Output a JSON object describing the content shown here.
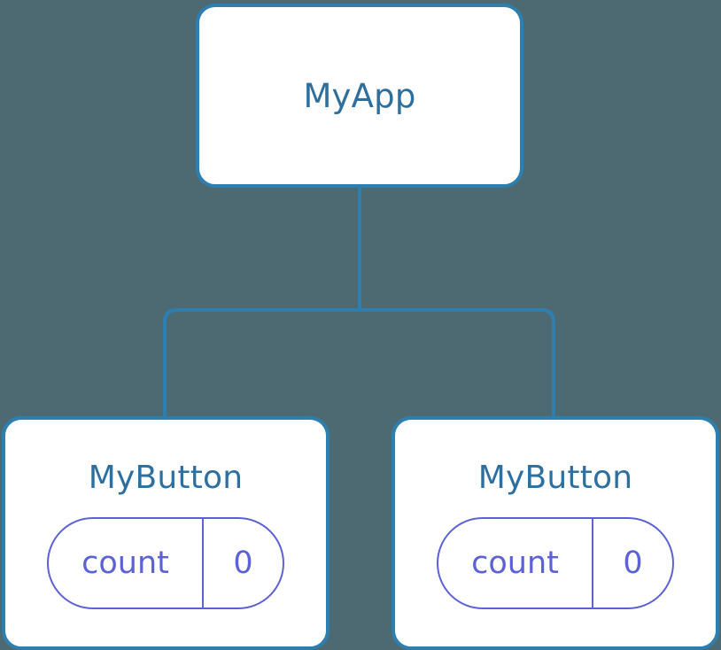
{
  "diagram": {
    "type": "component-tree",
    "background_color": "#4d6a73",
    "node_border_color": "#2d7fb0",
    "node_fill_color": "#ffffff",
    "node_label_color": "#2d6f9e",
    "state_accent_color": "#5c62d6",
    "connector_color": "#2d7fb0"
  },
  "root": {
    "label": "MyApp"
  },
  "children": [
    {
      "label": "MyButton",
      "state": {
        "key": "count",
        "value": "0"
      }
    },
    {
      "label": "MyButton",
      "state": {
        "key": "count",
        "value": "0"
      }
    }
  ]
}
